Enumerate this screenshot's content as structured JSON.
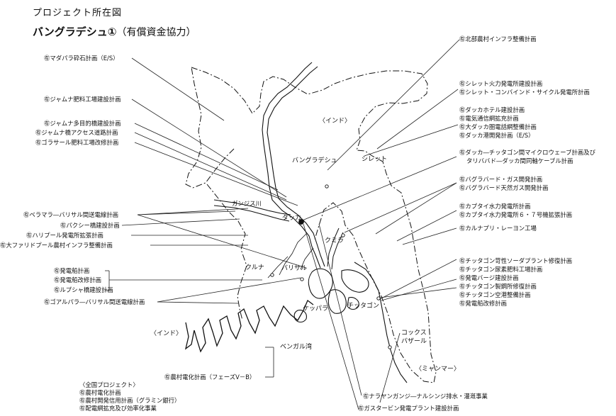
{
  "header": {
    "title": "プロジェクト所在図",
    "subtitle_main": "バングラデシュ①",
    "subtitle_note": "（有償資金協力）"
  },
  "map_labels": {
    "india_ne": "〈インド〉",
    "india_w": "〈インド〉",
    "bangladesh": "バングラデシュ",
    "sylhet": "シレット",
    "ganges": "ガンジス川",
    "dhaka": "ダッカ",
    "comilla": "クミラ",
    "khulna": "クルナ",
    "barisal": "バリサル",
    "chittagong": "チッタゴン",
    "khepupara": "ケッパラ",
    "bay_of_bengal": "ベンガル湾",
    "coxs_bazar_1": "コックス",
    "coxs_bazar_2": "バザール",
    "myanmar": "〈ミャンマー〉"
  },
  "projects": {
    "madhupur": "㊒マダパラ砕石計画（E/S）",
    "jamuna_fert": "㊒ジャムナ肥料工場建設計画",
    "jamuna_bridge": "㊒ジャムナ多目的橋建設計画",
    "jamuna_access": "㊒ジャムナ橋アクセス道路計画",
    "ghorasal": "㊒ゴラサール肥料工場改修計画",
    "bheramara": "㊒ベラマラ―バリサル間送電線計画",
    "paksey": "㊒パクシー橋建設計画",
    "haripur": "㊒ハリプール発電所拡張計画",
    "faridpur": "㊒大ファリドプール農村インフラ整備計画",
    "power_barge_1": "㊒発電船計画",
    "power_barge_2": "㊒発電船改修計画",
    "rupsha": "㊒ルプシャ橋建設計画",
    "gopalganj": "㊒ゴアルパラ―バリサル間送電線計画",
    "rural_elec": "㊒農村電化計画（フェーズV－B）",
    "northern_rural": "㊒北部農村インフラ整備計画",
    "sylhet_thermal": "㊒シレット火力発電所建設計画",
    "sylhet_combined": "㊒シレット・コンバインド・サイクル発電所計画",
    "dhaka_hotel": "㊒ダッカホテル建設計画",
    "telecom_expansion": "㊒電気通信網拡充計画",
    "greater_dhaka_tel": "㊒大ダッカ圏電話網整備計画",
    "dhaka_port": "㊒ダッカ港開発計画（E/S）",
    "microwave_1": "㊒ダッカ―チッタゴン間マイクロウェーブ計画及び",
    "microwave_2": "タリババド―ダッカ間同軸ケーブル計画",
    "bakhrabad_gas": "㊒バグラバード・ガス開発計画",
    "bakhrabad_field": "㊒バグラバード天然ガス開発計画",
    "kaptai_hydro": "㊒カプタイ水力発電所計画",
    "kaptai_67": "㊒カプタイ水力発電所６・７号機拡張計画",
    "karnaphuli_rayon": "㊒カルナプリ・レーヨン工場",
    "ctg_soda": "㊒チッタゴン苛性ソーダプラント修復計画",
    "ctg_urea": "㊒チッタゴン尿素肥料工場計画",
    "power_barge_repair": "㊒発電バージ建設計画",
    "ctg_steel": "㊒チッタゴン製鋼所修復計画",
    "ctg_airport": "㊒チッタゴン空港整備計画",
    "power_barge_refit": "㊒発電船改修計画",
    "narayanganj": "㊒ナラヤンガンジ―ナルシンジ排水・灌漑事業",
    "gas_turbine": "㊒ガスタービン発電プラント建設計画"
  },
  "nationwide": {
    "heading": "〈全国プロジェクト〉",
    "items": [
      "㊒農村電化計画",
      "㊒農村開発信用計画（グラミン銀行）",
      "㊒配電網拡充及び効率化事業"
    ]
  }
}
